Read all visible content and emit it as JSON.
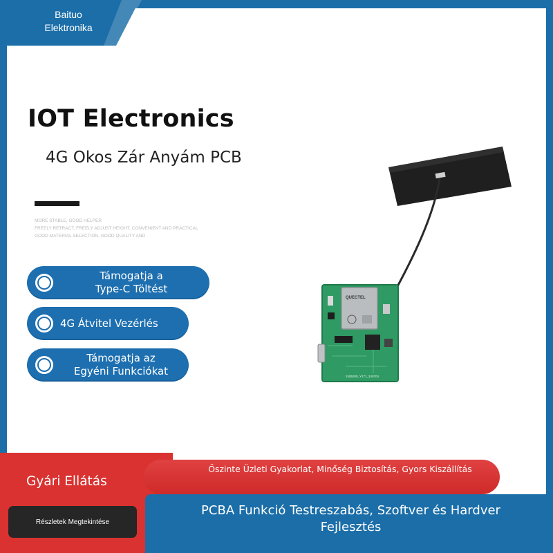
{
  "brand": {
    "name": "Baituo\nElektronika"
  },
  "hero": {
    "title": "IOT Electronics",
    "subtitle": "4G Okos Zár Anyám PCB",
    "small_copy": [
      "MORE STABLE, GOOD HELPER",
      "FREELY RETRACT, FREELY ADJUST HEIGHT, CONVENIENT AND PRACTICAL",
      "GOOD MATERIAL SELECTION, GOOD QUALITY AND"
    ]
  },
  "features": [
    {
      "label": "Támogatja a\nType-C Töltést"
    },
    {
      "label": "4G Átvitel Vezérlés"
    },
    {
      "label": "Támogatja az\nEgyéni Funkciókat"
    }
  ],
  "product": {
    "chip_brand": "QUECTEL",
    "board_code": "2405200_Y171_240704"
  },
  "footer": {
    "factory_title": "Gyári Ellátás",
    "details_button": "Részletek Megtekintése",
    "promise": "Őszinte Üzleti Gyakorlat, Minőség Biztosítás, Gyors Kiszállítás",
    "service": "PCBA Funkció Testreszabás, Szoftver és Hardver Fejlesztés"
  },
  "colors": {
    "brand_blue": "#1b6ea8",
    "pill_blue": "#1d6fb0",
    "accent_red": "#d93231",
    "pcb_green": "#2f9a63"
  }
}
